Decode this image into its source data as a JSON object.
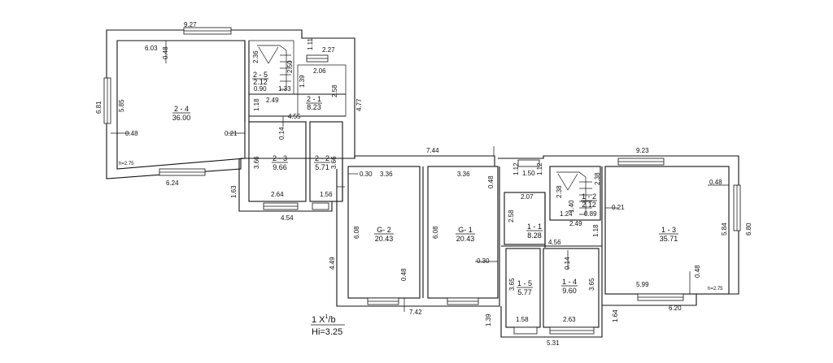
{
  "legend": {
    "scale": "1 X",
    "sup": "1",
    "suffix": "/b",
    "hi": "Hi=3.25"
  },
  "rooms": [
    {
      "id": "2 - 4",
      "area": "36.00"
    },
    {
      "id": "2 - 5",
      "area": "2.12"
    },
    {
      "id": "2 - 1",
      "area": "8.23"
    },
    {
      "id": "2 - 3",
      "area": "9.66"
    },
    {
      "id": "2 - 2",
      "area": "5.71"
    },
    {
      "id": "G- 2",
      "area": "20.43"
    },
    {
      "id": "G- 1",
      "area": "20.43"
    },
    {
      "id": "1 - 1",
      "area": "8.28"
    },
    {
      "id": "1 - 2",
      "area": "2.12"
    },
    {
      "id": "1 - 3",
      "area": "35.71"
    },
    {
      "id": "1 - 5",
      "area": "5.77"
    },
    {
      "id": "1 - 4",
      "area": "9.60"
    }
  ],
  "dimensions": [
    "9.27",
    "6.03",
    "0.48",
    "2.36",
    "2.50",
    "1.11",
    "2.27",
    "2.06",
    "2.58",
    "0.90",
    "1.33",
    "1.39",
    "6.81",
    "5.85",
    "2.49",
    "1.18",
    "4.77",
    "4.55",
    "0.48",
    "0.21",
    "0.14",
    "3.66",
    "3.66",
    "h=2.75",
    "6.24",
    "1.63",
    "2.64",
    "1.56",
    "4.54",
    "7.44",
    "0.30",
    "3.36",
    "3.36",
    "0.48",
    "1.12",
    "1.50",
    "1.12",
    "9.23",
    "2.07",
    "2.38",
    "2.38",
    "1.40",
    "0.48",
    "1.24",
    "0.89",
    "0.21",
    "2.49",
    "2.58",
    "6.08",
    "6.08",
    "5.84",
    "6.80",
    "4.56",
    "1.18",
    "0.30",
    "0.14",
    "4.49",
    "0.48",
    "3.65",
    "3.65",
    "0.48",
    "5.99",
    "h=2.75",
    "7.42",
    "6.20",
    "1.58",
    "2.63",
    "1.39",
    "1.64",
    "5.31"
  ]
}
